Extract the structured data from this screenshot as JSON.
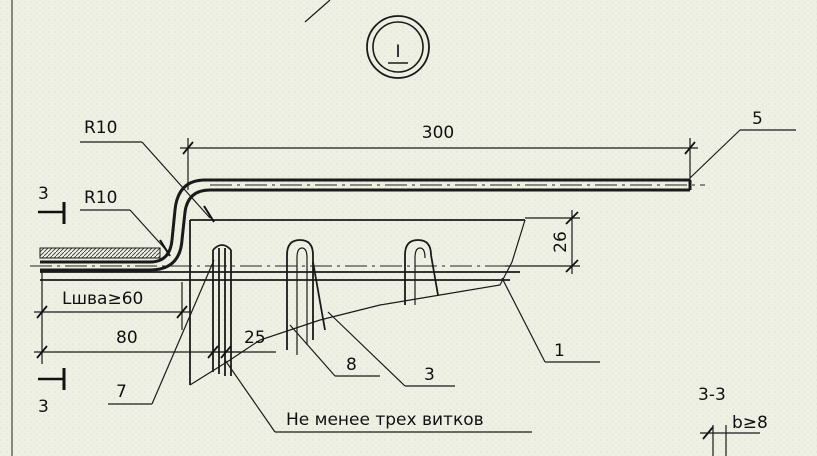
{
  "detail": {
    "label": "I"
  },
  "dimensions": {
    "length_top": "300",
    "bend_radius_upper": "R10",
    "bend_radius_lower": "R10",
    "offset_26": "26",
    "weld_length": "Lшва≥60",
    "dim_80": "80",
    "dim_25": "25",
    "width_b": "b≥8"
  },
  "callouts": {
    "pos_5": "5",
    "pos_1": "1",
    "pos_8": "8",
    "pos_3": "3",
    "pos_7": "7"
  },
  "section": {
    "marker_top": "3",
    "marker_bottom": "3",
    "title": "3-3"
  },
  "notes": {
    "turns_note": "Не менее трех витков"
  },
  "colors": {
    "paper": "#eef0e4",
    "ink": "#1a1a1a"
  }
}
